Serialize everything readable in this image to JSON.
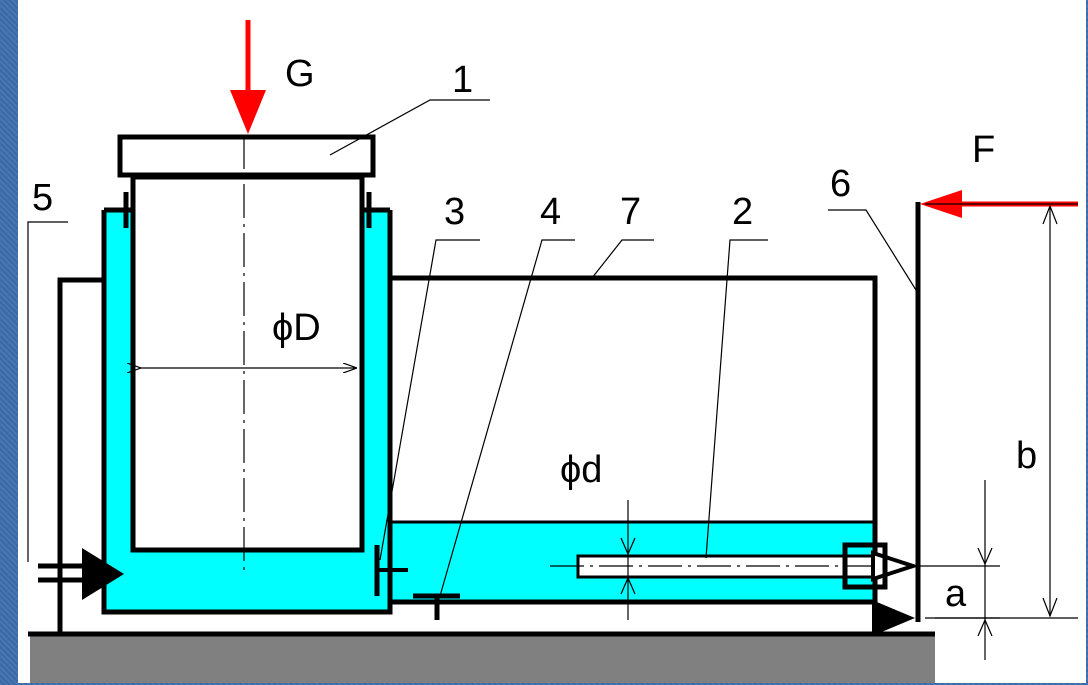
{
  "labels": {
    "force_g": "G",
    "force_f": "F",
    "diameter_large": "ϕD",
    "diameter_small": "ϕd",
    "dim_a": "a",
    "dim_b": "b",
    "part_1": "1",
    "part_2": "2",
    "part_3": "3",
    "part_4": "4",
    "part_5": "5",
    "part_6": "6",
    "part_7": "7"
  },
  "colors": {
    "background": "#3d6fae",
    "canvas": "#ffffff",
    "fluid": "#00ffff",
    "ground": "#808080",
    "force_arrow": "#ff0000",
    "line": "#000000"
  }
}
